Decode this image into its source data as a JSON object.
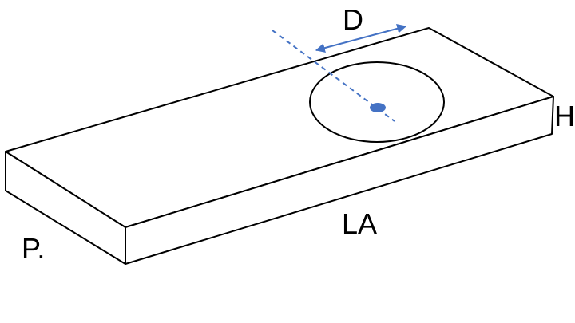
{
  "labels": {
    "depth": "D",
    "height": "H",
    "length": "LA",
    "width": "P."
  },
  "colors": {
    "outline": "#000000",
    "axis": "#4472C4",
    "center_dot": "#4472C4",
    "dimension_arrow": "#4472C4"
  }
}
